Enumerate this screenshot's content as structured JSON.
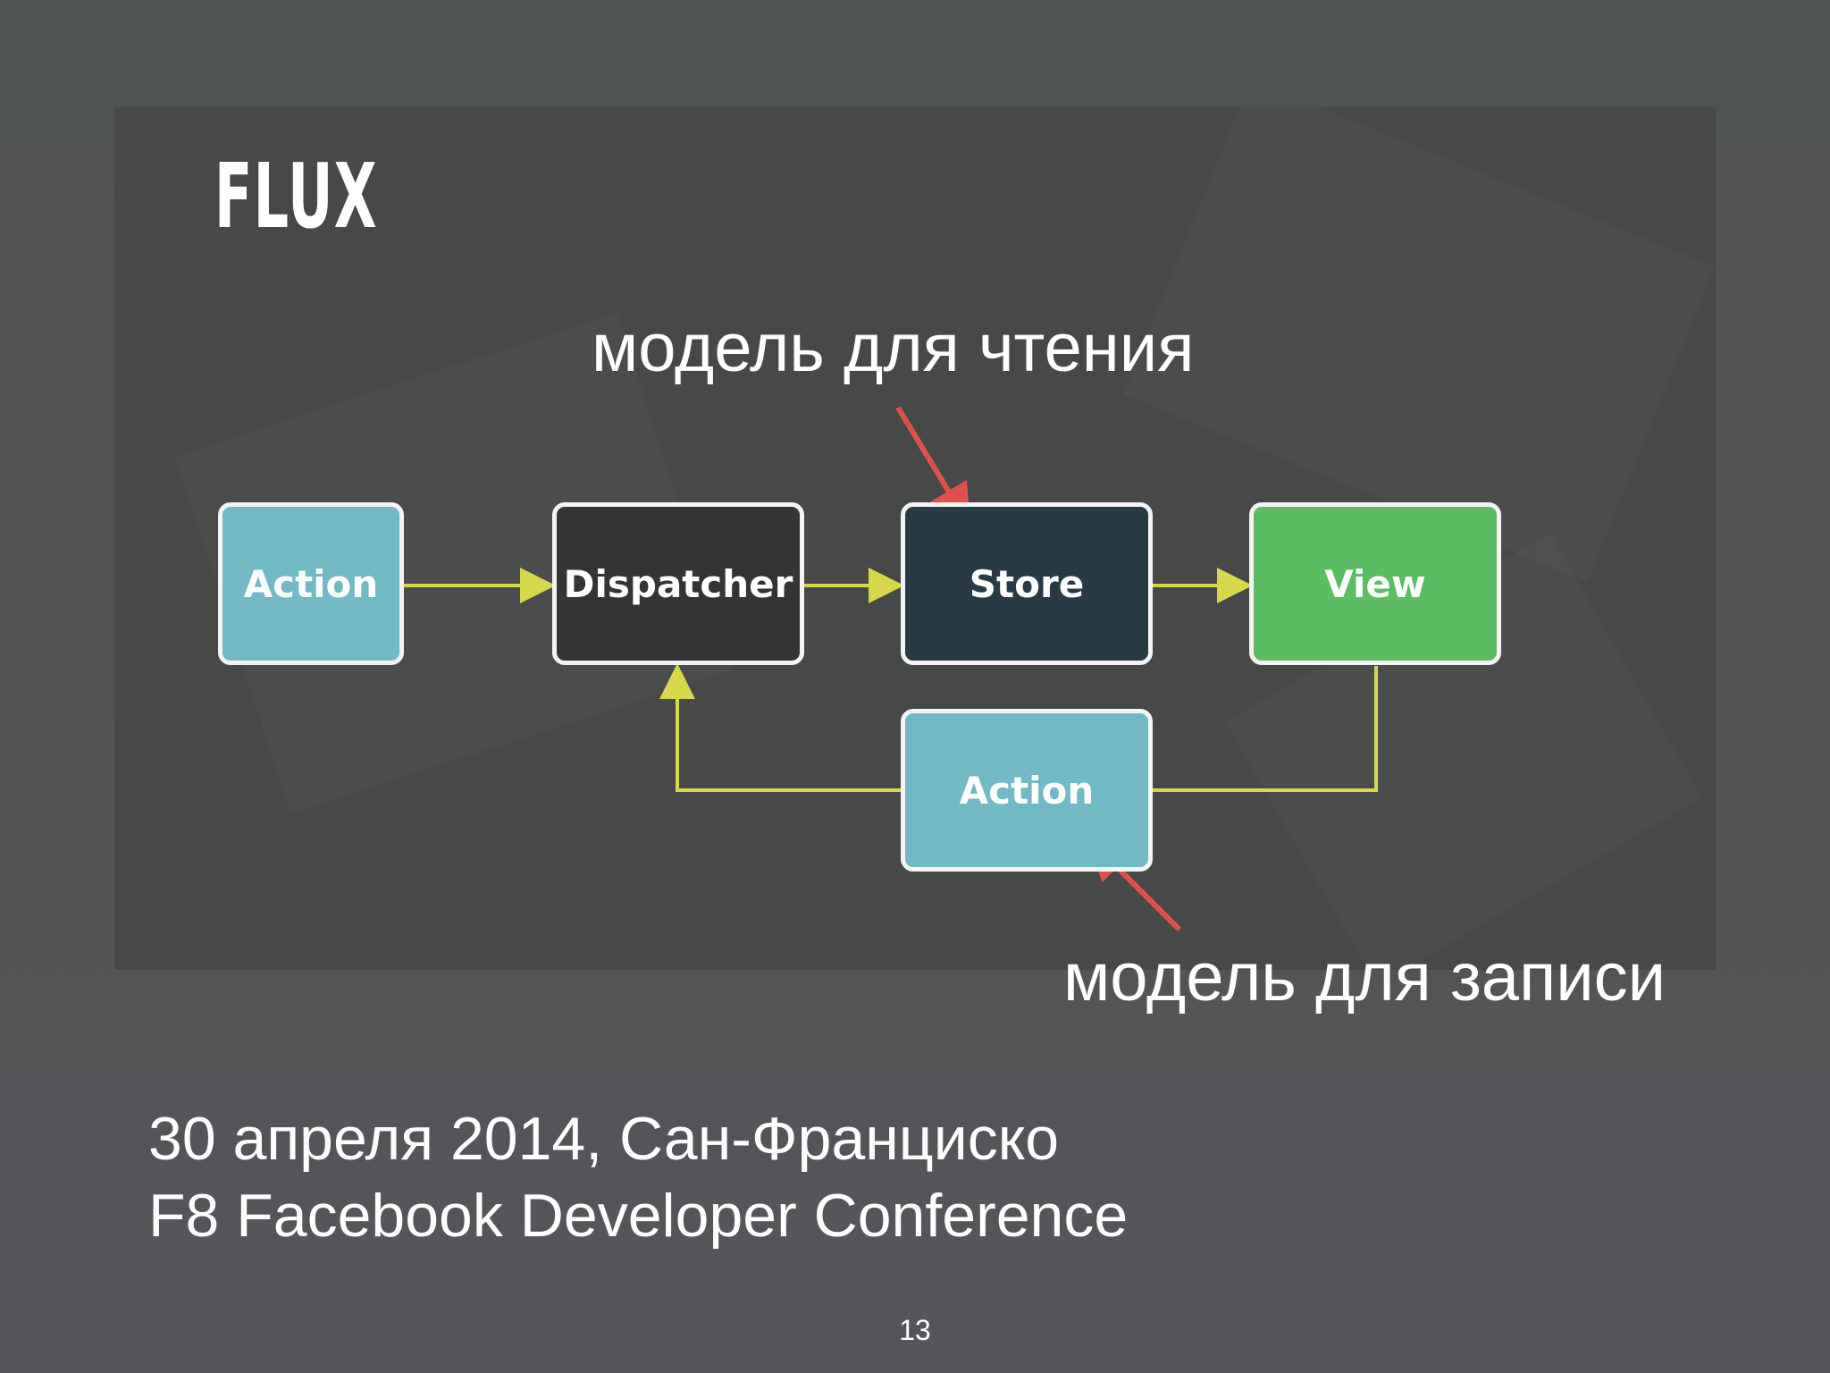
{
  "slide": {
    "logo_text": "FLUX",
    "page_number": "13"
  },
  "diagram": {
    "nodes": {
      "action_top": "Action",
      "dispatcher": "Dispatcher",
      "store": "Store",
      "view": "View",
      "action_bottom": "Action"
    },
    "edges": [
      {
        "from": "action_top",
        "to": "dispatcher"
      },
      {
        "from": "dispatcher",
        "to": "store"
      },
      {
        "from": "store",
        "to": "view"
      },
      {
        "from": "view",
        "to": "action_bottom"
      },
      {
        "from": "action_bottom",
        "to": "dispatcher"
      }
    ],
    "annotations": {
      "read_model": "модель для чтения",
      "write_model": "модель для записи"
    }
  },
  "caption": {
    "line1": "30 апреля 2014, Сан-Франциско",
    "line2": "F8 Facebook Developer Conference"
  },
  "colors": {
    "slide_background": "#505353",
    "screenshot_background": "#474848",
    "action": "#71b9c5",
    "dispatcher": "#343434",
    "store": "#283a44",
    "view": "#5cbc62",
    "flow_line": "#d6d84a",
    "annotation_arrow": "#e0504a"
  }
}
